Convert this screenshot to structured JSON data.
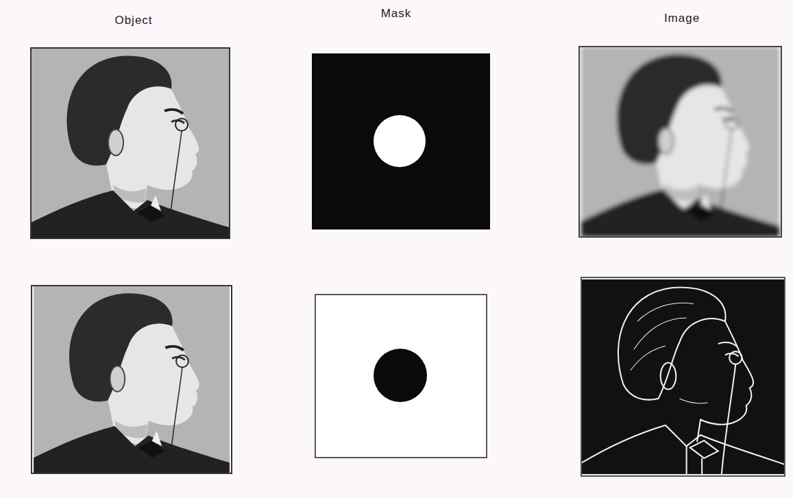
{
  "diagram": {
    "labels": [
      "Object",
      "Mask",
      "Image"
    ]
  }
}
